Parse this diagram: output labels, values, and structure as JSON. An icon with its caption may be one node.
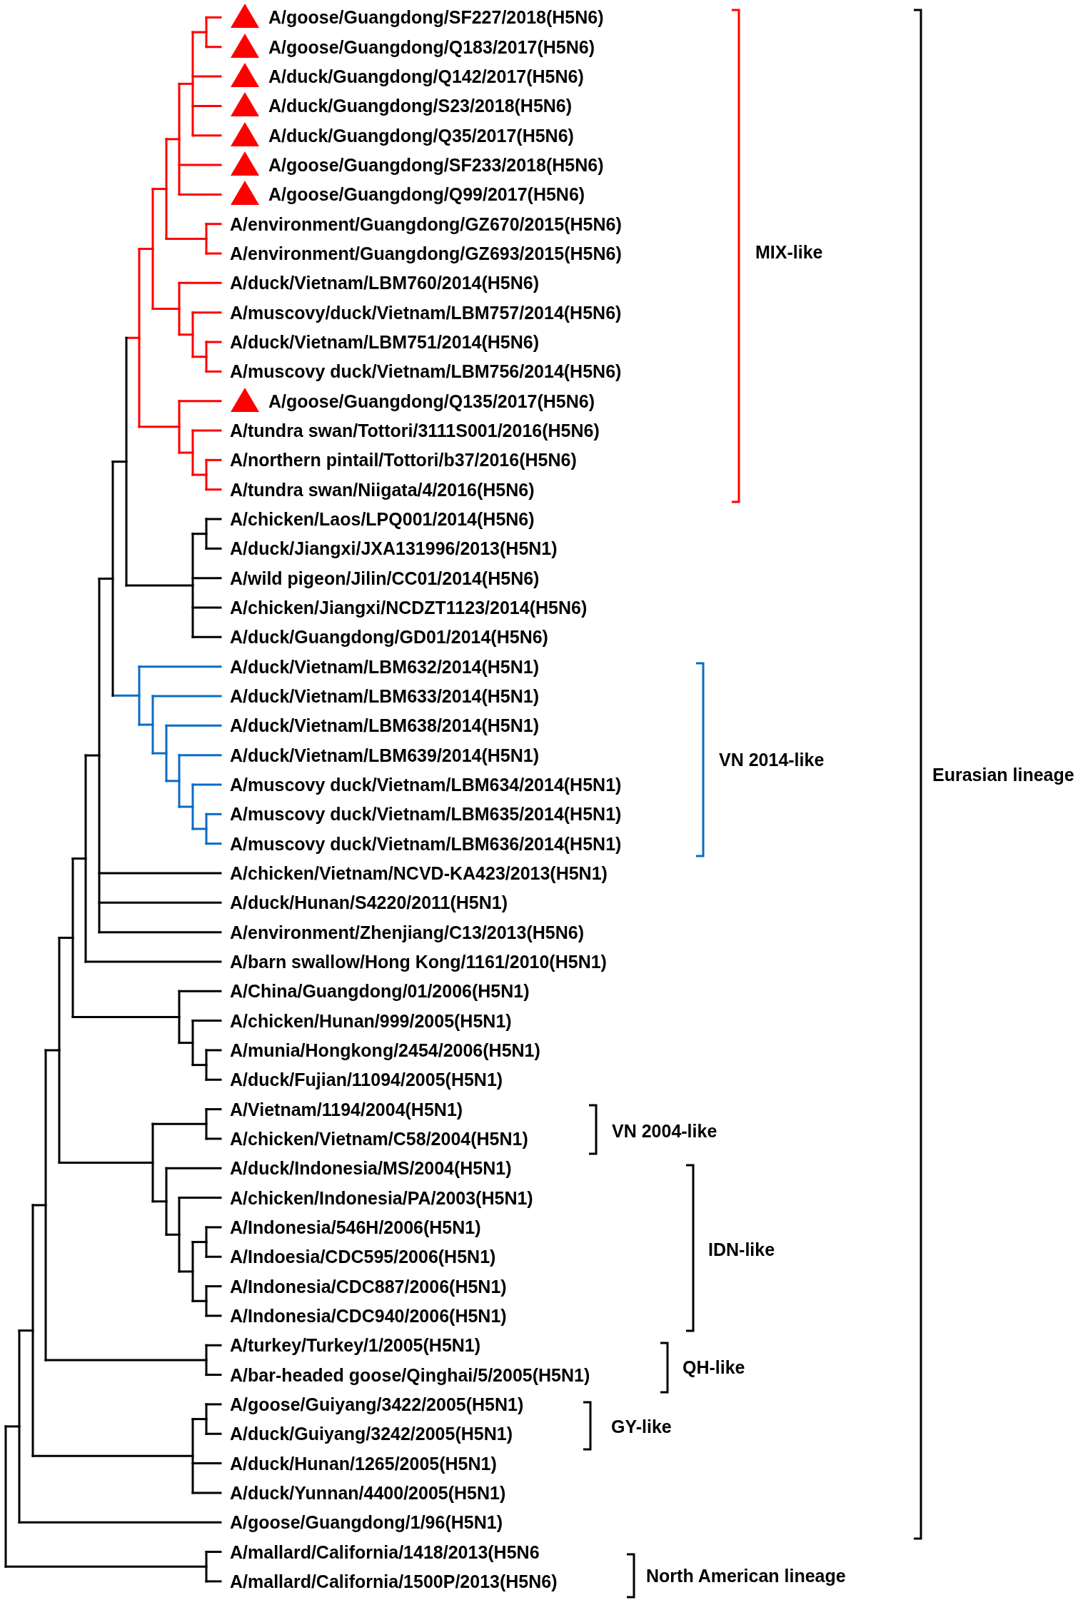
{
  "diagram": {
    "labels": [
      "A/goose/Guangdong/SF227/2018(H5N6)",
      "A/goose/Guangdong/Q183/2017(H5N6)",
      "A/duck/Guangdong/Q142/2017(H5N6)",
      "A/duck/Guangdong/S23/2018(H5N6)",
      "A/duck/Guangdong/Q35/2017(H5N6)",
      "A/goose/Guangdong/SF233/2018(H5N6)",
      "A/goose/Guangdong/Q99/2017(H5N6)",
      "A/environment/Guangdong/GZ670/2015(H5N6)",
      "A/environment/Guangdong/GZ693/2015(H5N6)",
      "A/duck/Vietnam/LBM760/2014(H5N6)",
      "A/muscovy/duck/Vietnam/LBM757/2014(H5N6)",
      "A/duck/Vietnam/LBM751/2014(H5N6)",
      "A/muscovy duck/Vietnam/LBM756/2014(H5N6)",
      "A/goose/Guangdong/Q135/2017(H5N6)",
      "A/tundra swan/Tottori/3111S001/2016(H5N6)",
      "A/northern pintail/Tottori/b37/2016(H5N6)",
      "A/tundra swan/Niigata/4/2016(H5N6)",
      "A/chicken/Laos/LPQ001/2014(H5N6)",
      "A/duck/Jiangxi/JXA131996/2013(H5N1)",
      "A/wild pigeon/Jilin/CC01/2014(H5N6)",
      "A/chicken/Jiangxi/NCDZT1123/2014(H5N6)",
      "A/duck/Guangdong/GD01/2014(H5N6)",
      "A/duck/Vietnam/LBM632/2014(H5N1)",
      "A/duck/Vietnam/LBM633/2014(H5N1)",
      "A/duck/Vietnam/LBM638/2014(H5N1)",
      "A/duck/Vietnam/LBM639/2014(H5N1)",
      "A/muscovy duck/Vietnam/LBM634/2014(H5N1)",
      "A/muscovy duck/Vietnam/LBM635/2014(H5N1)",
      "A/muscovy duck/Vietnam/LBM636/2014(H5N1)",
      "A/chicken/Vietnam/NCVD-KA423/2013(H5N1)",
      "A/duck/Hunan/S4220/2011(H5N1)",
      "A/environment/Zhenjiang/C13/2013(H5N6)",
      "A/barn swallow/Hong Kong/1161/2010(H5N1)",
      "A/China/Guangdong/01/2006(H5N1)",
      "A/chicken/Hunan/999/2005(H5N1)",
      "A/munia/Hongkong/2454/2006(H5N1)",
      "A/duck/Fujian/11094/2005(H5N1)",
      "A/Vietnam/1194/2004(H5N1)",
      "A/chicken/Vietnam/C58/2004(H5N1)",
      "A/duck/Indonesia/MS/2004(H5N1)",
      "A/chicken/Indonesia/PA/2003(H5N1)",
      "A/Indonesia/546H/2006(H5N1)",
      "A/Indoesia/CDC595/2006(H5N1)",
      "A/Indonesia/CDC887/2006(H5N1)",
      "A/Indonesia/CDC940/2006(H5N1)",
      "A/turkey/Turkey/1/2005(H5N1)",
      "A/bar-headed goose/Qinghai/5/2005(H5N1)",
      "A/goose/Guiyang/3422/2005(H5N1)",
      "A/duck/Guiyang/3242/2005(H5N1)",
      "A/duck/Hunan/1265/2005(H5N1)",
      "A/duck/Yunnan/4400/2005(H5N1)",
      "A/goose/Guangdong/1/96(H5N1)",
      "A/mallard/California/1418/2013(H5N6",
      "A/mallard/California/1500P/2013(H5N6)",
      "MIX-like",
      "VN 2014-like",
      "Eurasian lineage",
      "VN 2004-like",
      "IDN-like",
      "QH-like",
      "GY-like",
      "North American lineage"
    ]
  }
}
